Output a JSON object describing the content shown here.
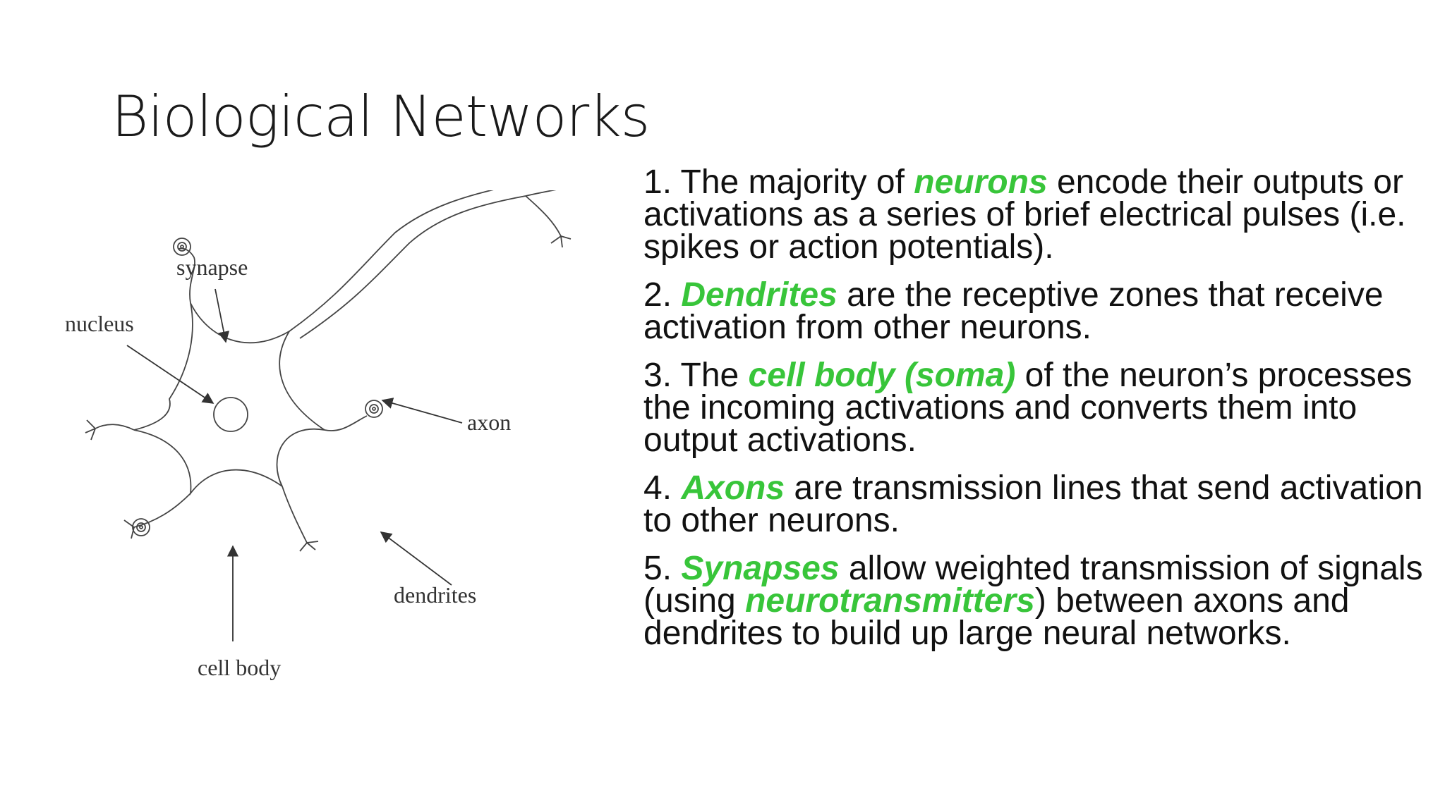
{
  "slide": {
    "title": "Biological Networks"
  },
  "diagram": {
    "labels": {
      "synapse": "synapse",
      "nucleus": "nucleus",
      "axon": "axon",
      "dendrites": "dendrites",
      "cell_body": "cell body"
    }
  },
  "points": [
    {
      "number": "1. ",
      "before": "The majority of ",
      "highlight": "neurons",
      "after": " encode their outputs or activations as a series of brief electrical pulses (i.e. spikes or action potentials)."
    },
    {
      "number": "2. ",
      "before": "",
      "highlight": "Dendrites",
      "after": " are the receptive zones that receive activation from other neurons."
    },
    {
      "number": "3. ",
      "before": "The ",
      "highlight": "cell body (soma)",
      "after": " of the neuron’s processes the incoming activations and converts them into output activations."
    },
    {
      "number": "4. ",
      "before": "",
      "highlight": "Axons",
      "after": " are transmission lines that send activation to other neurons."
    },
    {
      "number": "5. ",
      "before": "",
      "highlight": "Synapses",
      "middle": " allow weighted transmission of signals (using ",
      "highlight2": "neurotransmitters",
      "after": ") between axons and dendrites to build up large neural networks."
    }
  ],
  "colors": {
    "highlight": "#38c53a",
    "text": "#111111",
    "diagram_ink": "#444444"
  }
}
